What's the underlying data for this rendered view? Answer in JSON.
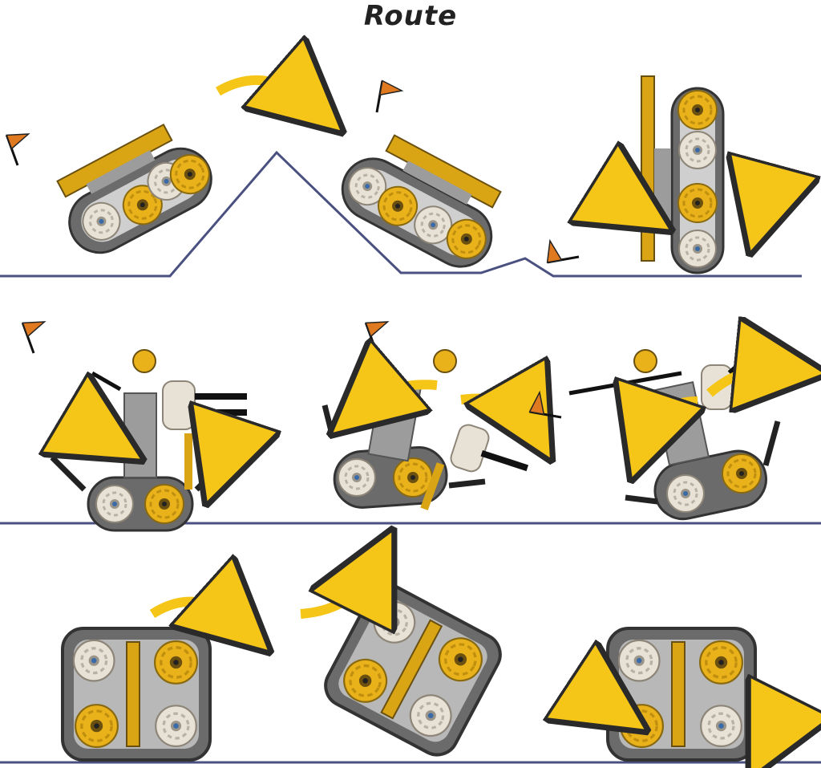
{
  "title": "Route",
  "colors": {
    "ground": "#4a5180",
    "arrow": "#f5c518",
    "arrow_outline": "#2a2a2a",
    "track": "#6b6b6b",
    "wheel_yellow": "#e9b21a",
    "wheel_white": "#e8e2d6",
    "frame": "#d9a514",
    "body_gray": "#9c9c9c",
    "flag": "#e07a20"
  },
  "rows": [
    {
      "name": "terrain-row",
      "panels": [
        "climb-hill",
        "descend-slope",
        "stand-upright"
      ]
    },
    {
      "name": "arm-swing-row",
      "panels": [
        "arm-neutral",
        "arm-swing-left",
        "arm-swing-right"
      ]
    },
    {
      "name": "flip-row",
      "panels": [
        "flip-forward",
        "rotate-mid",
        "rotate-complete"
      ]
    }
  ],
  "icons": [
    "curved-arrow-icon",
    "robot-tank-icon",
    "flag-icon"
  ]
}
